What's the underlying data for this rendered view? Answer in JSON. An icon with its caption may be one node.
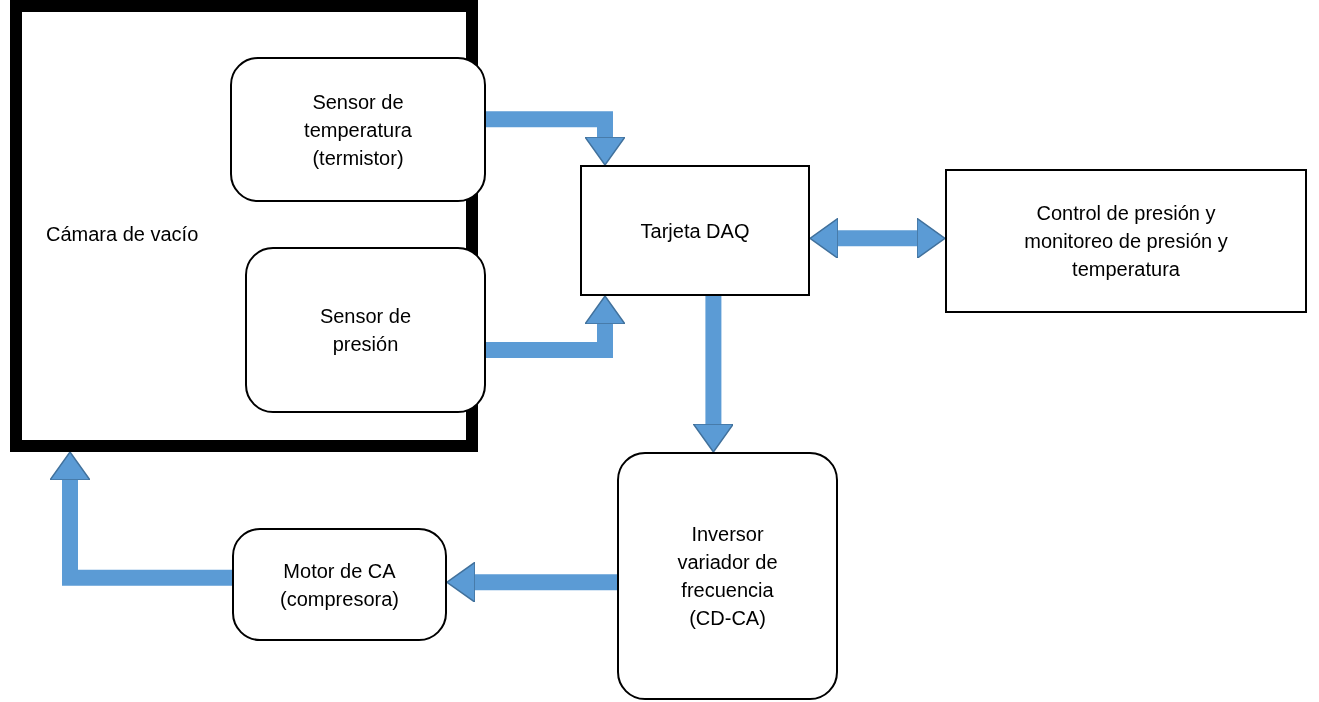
{
  "diagram": {
    "nodes": [
      {
        "text": [
          "Cámara de vacío"
        ]
      },
      {
        "text": [
          "Sensor de temperatura (termistor)"
        ],
        "in": 0
      },
      {
        "text": [
          "Sensor de presión"
        ],
        "in": 0
      },
      {
        "text": [
          "Tarjeta DAQ"
        ]
      },
      {
        "text": [
          "Control de presión y monitoreo de presión y temperatura"
        ]
      },
      {
        "text": [
          "Inversor variador de frecuencia (CD-CA)"
        ]
      },
      {
        "text": [
          "Motor de CA (compresora)"
        ]
      }
    ],
    "edges": [
      {
        "from": 1,
        "to": 3,
        "arrow": "to"
      },
      {
        "from": 2,
        "to": 3,
        "arrow": "to"
      },
      {
        "from": 3,
        "to": 4,
        "arrow": "both"
      },
      {
        "from": 3,
        "to": 5,
        "arrow": "to"
      },
      {
        "from": 5,
        "to": 6,
        "arrow": "to"
      },
      {
        "from": 6,
        "to": 0,
        "arrow": "to"
      }
    ]
  }
}
